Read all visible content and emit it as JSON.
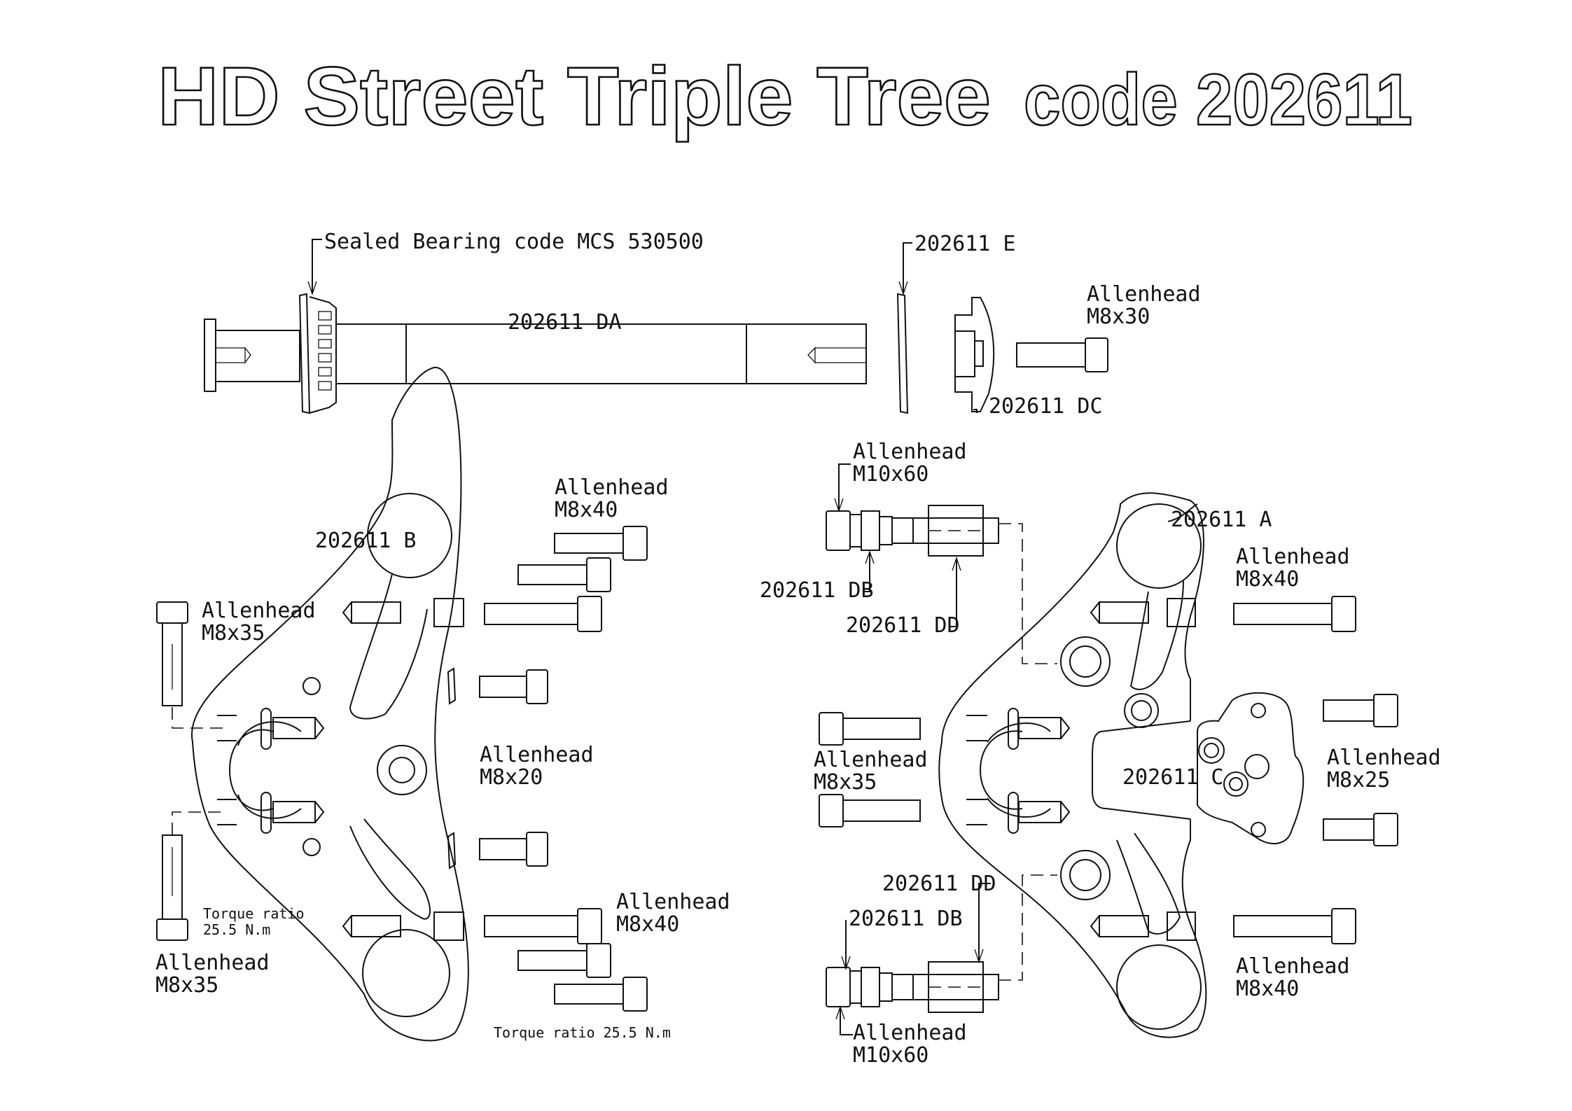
{
  "title": {
    "left": "HD Street  Triple Tree",
    "right": "code 202611"
  },
  "labels": {
    "bearing": "Sealed Bearing code MCS 530500",
    "part_e": "202611 E",
    "part_da": "202611 DA",
    "part_dc": "202611 DC",
    "part_b": "202611 B",
    "part_a": "202611 A",
    "part_c": "202611 C",
    "part_db_top": "202611 DB",
    "part_dd_top": "202611 DD",
    "part_dd_bottom": "202611 DD",
    "part_db_bottom": "202611 DB"
  },
  "bolts": [
    {
      "id": "m8x30",
      "type": "Allenhead",
      "size": "M8x30"
    },
    {
      "id": "m8x40-left-top",
      "type": "Allenhead",
      "size": "M8x40"
    },
    {
      "id": "m8x35-left-top",
      "type": "Allenhead",
      "size": "M8x35"
    },
    {
      "id": "m8x20",
      "type": "Allenhead",
      "size": "M8x20"
    },
    {
      "id": "m8x40-left-bottom",
      "type": "Allenhead",
      "size": "M8x40"
    },
    {
      "id": "m8x35-left-bottom",
      "type": "Allenhead",
      "size": "M8x35"
    },
    {
      "id": "m10x60-top",
      "type": "Allenhead",
      "size": "M10x60"
    },
    {
      "id": "m8x40-right-top",
      "type": "Allenhead",
      "size": "M8x40"
    },
    {
      "id": "m8x35-right",
      "type": "Allenhead",
      "size": "M8x35"
    },
    {
      "id": "m8x25",
      "type": "Allenhead",
      "size": "M8x25"
    },
    {
      "id": "m8x40-right-bottom",
      "type": "Allenhead",
      "size": "M8x40"
    },
    {
      "id": "m10x60-bottom",
      "type": "Allenhead",
      "size": "M10x60"
    }
  ],
  "torque": {
    "left_line1": "Torque ratio",
    "left_line2": "25.5 N.m",
    "bottom": "Torque ratio 25.5 N.m"
  }
}
